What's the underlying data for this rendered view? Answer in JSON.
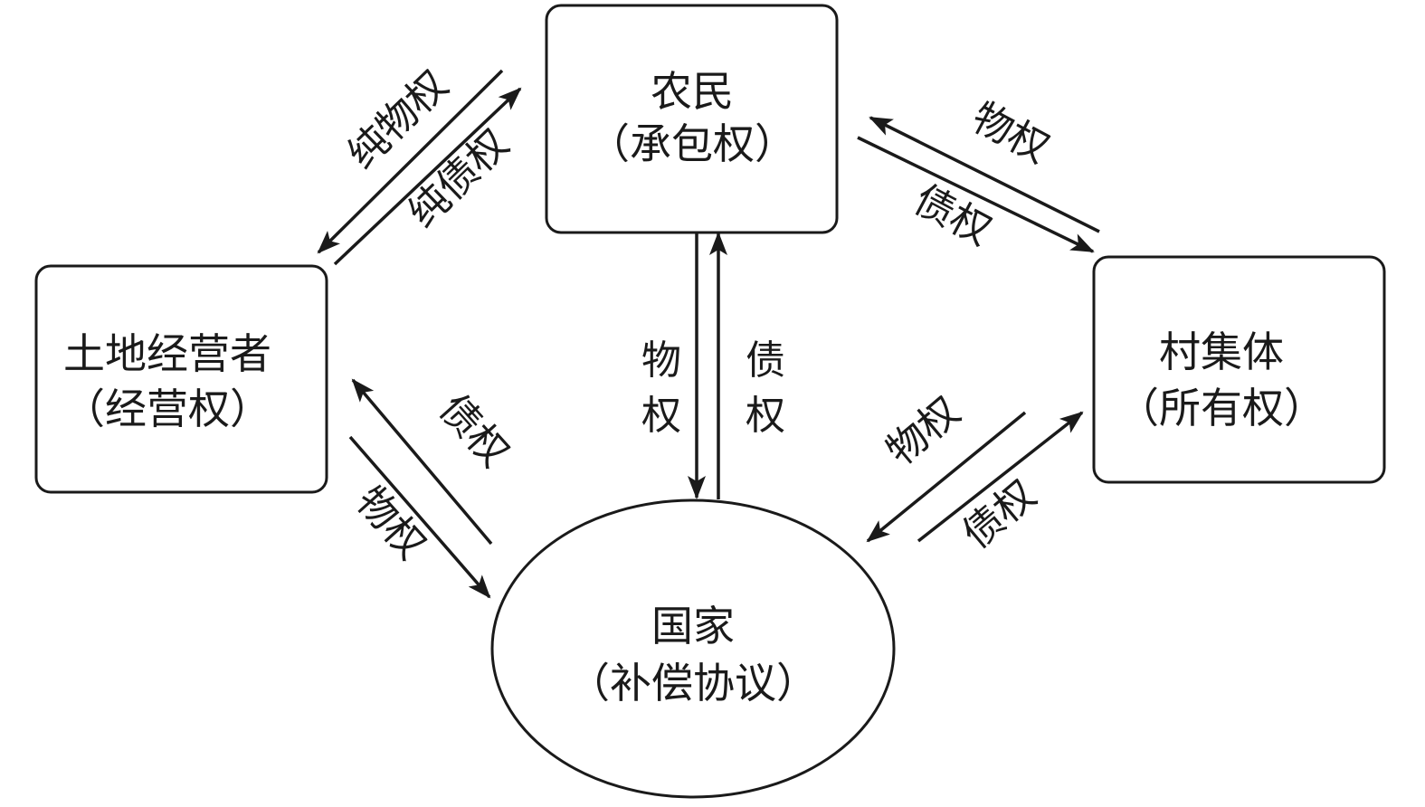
{
  "nodes": {
    "farmer": {
      "name": "农民",
      "right": "（承包权）"
    },
    "operator": {
      "name": "土地经营者",
      "right": "（经营权）"
    },
    "collective": {
      "name": "村集体",
      "right": "（所有权）"
    },
    "state": {
      "name": "国家",
      "right": "（补偿协议）"
    }
  },
  "edges": {
    "farmer_operator_to_operator": "纯物权",
    "operator_farmer_to_farmer": "纯债权",
    "collective_farmer_to_farmer": "物权",
    "farmer_collective_to_collective": "债权",
    "farmer_state_down_1": "物",
    "farmer_state_down_2": "权",
    "state_farmer_up_1": "债",
    "state_farmer_up_2": "权",
    "state_operator_to_operator": "债权",
    "operator_state_to_state": "物权",
    "collective_state_to_state": "物权",
    "state_collective_to_collective": "债权"
  }
}
